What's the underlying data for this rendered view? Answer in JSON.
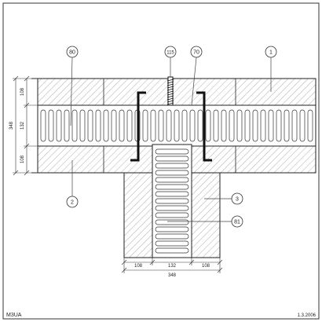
{
  "frame": {
    "label": "M3UA",
    "date": "1.3.2006"
  },
  "callouts": [
    "80",
    "115",
    "70",
    "1",
    "2",
    "3",
    "81"
  ],
  "dimensions": {
    "wall_left": [
      "108",
      "132",
      "108"
    ],
    "wall_left_total": "348",
    "bottom": [
      "108",
      "132",
      "108"
    ],
    "bottom_total": "348"
  }
}
